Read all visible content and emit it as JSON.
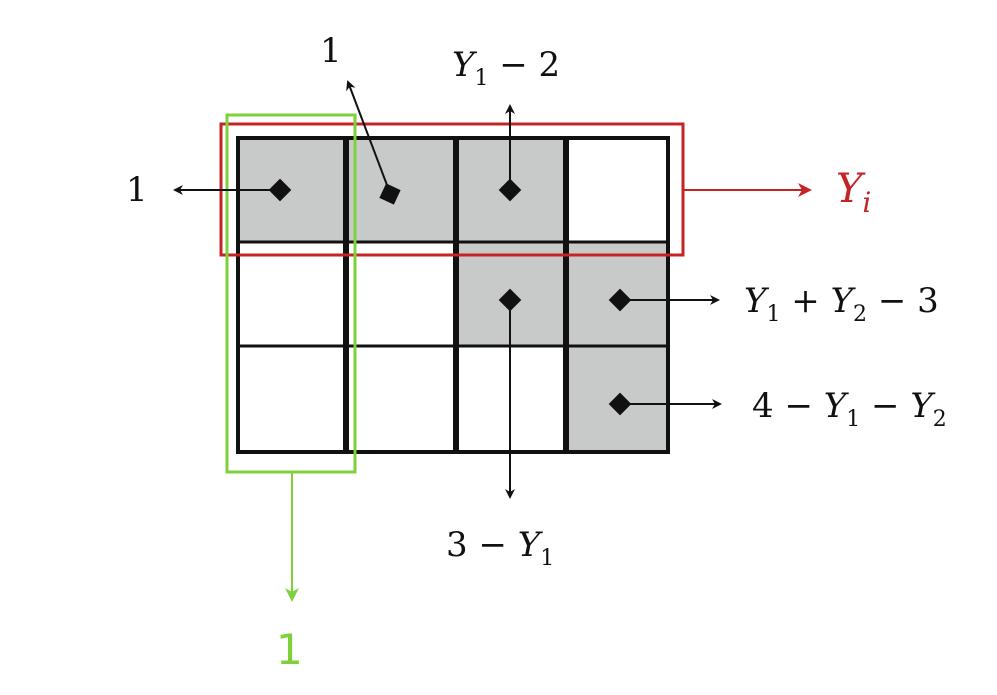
{
  "colors": {
    "shaded": "#c8cac9",
    "grid": "#111111",
    "red": "#c42426",
    "green": "#7fd13b",
    "arrow": "#111111"
  },
  "labels": {
    "top_left_one": "1",
    "left_one": "1",
    "y1_minus_2": {
      "var": "Y",
      "sub": "1",
      "rest": " − 2"
    },
    "yi": {
      "var": "Y",
      "sub": "i"
    },
    "y1_plus_y2_minus_3": {
      "v1": "Y",
      "s1": "1",
      "mid": " + ",
      "v2": "Y",
      "s2": "2",
      "rest": " − 3"
    },
    "four_minus_y1_minus_y2": {
      "pre": "4 − ",
      "v1": "Y",
      "s1": "1",
      "mid": " − ",
      "v2": "Y",
      "s2": "2"
    },
    "three_minus_y1": {
      "pre": "3 − ",
      "var": "Y",
      "sub": "1"
    },
    "green_one": "1"
  },
  "grid": {
    "rows": 3,
    "cols": 4,
    "shaded_cells": [
      [
        0,
        0
      ],
      [
        0,
        1
      ],
      [
        0,
        2
      ],
      [
        1,
        2
      ],
      [
        1,
        3
      ],
      [
        2,
        3
      ]
    ],
    "marked_cells": [
      [
        0,
        0
      ],
      [
        0,
        1
      ],
      [
        0,
        2
      ],
      [
        1,
        2
      ],
      [
        1,
        3
      ],
      [
        2,
        3
      ]
    ]
  }
}
